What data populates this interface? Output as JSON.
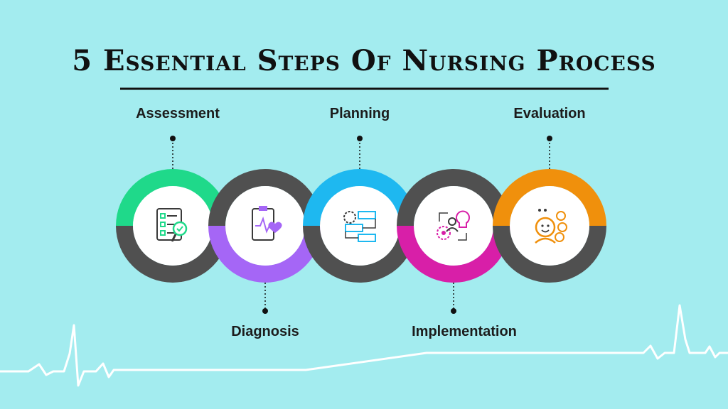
{
  "title": "5 Essential Steps Of Nursing Process",
  "colors": {
    "background": "#a3ecef",
    "ring_dark": "#505050",
    "line": "#111111"
  },
  "steps": [
    {
      "label": "Assessment",
      "color": "#1fd98a",
      "icon": "clipboard-magnifier-icon",
      "label_position": "top"
    },
    {
      "label": "Diagnosis",
      "color": "#a566f6",
      "icon": "heart-report-icon",
      "label_position": "bottom"
    },
    {
      "label": "Planning",
      "color": "#1eb8f0",
      "icon": "gear-checklist-icon",
      "label_position": "top"
    },
    {
      "label": "Implementation",
      "color": "#d81fa8",
      "icon": "gear-lightbulb-icon",
      "label_position": "bottom"
    },
    {
      "label": "Evaluation",
      "color": "#f0900c",
      "icon": "person-checklist-icon",
      "label_position": "top"
    }
  ]
}
